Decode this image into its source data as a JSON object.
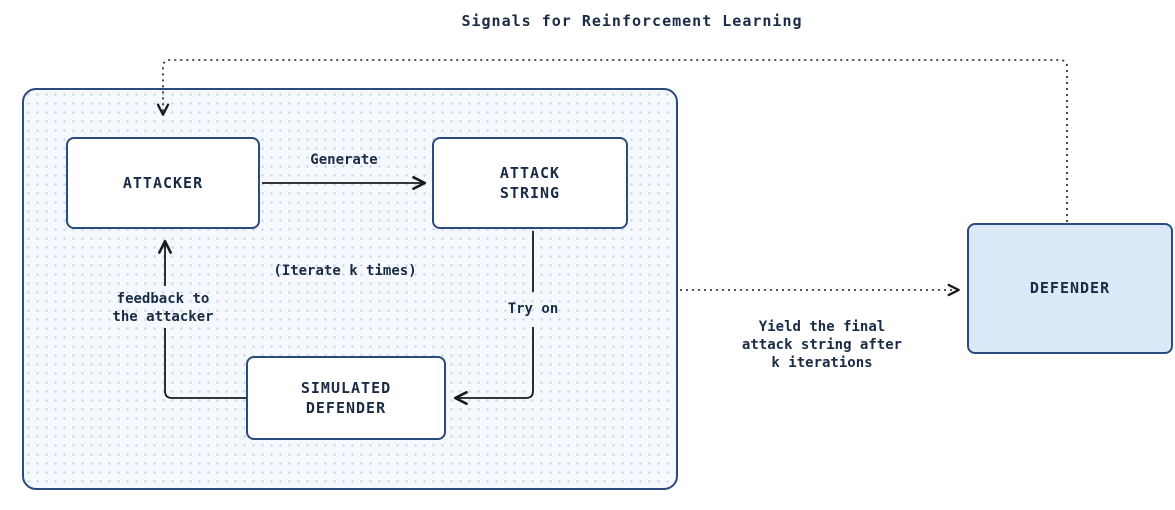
{
  "diagram": {
    "title": "Signals for Reinforcement Learning",
    "nodes": {
      "attacker": {
        "label": "ATTACKER"
      },
      "attack_string": {
        "label": "ATTACK\nSTRING"
      },
      "simulated_defender": {
        "label": "SIMULATED\nDEFENDER"
      },
      "defender": {
        "label": "DEFENDER"
      }
    },
    "edges": {
      "generate": {
        "label": "Generate"
      },
      "iterate": {
        "label": "(Iterate k times)"
      },
      "try_on": {
        "label": "Try on"
      },
      "feedback": {
        "label": "feedback to\nthe attacker"
      },
      "yield_final": {
        "label": "Yield the final\nattack string after\nk iterations"
      }
    },
    "colors": {
      "box_border": "#2b4a7d",
      "text": "#1a2b45",
      "arrow": "#1a1a1a",
      "defender_fill": "#dbe8f7",
      "loop_fill": "#f5f9fd",
      "loop_dots": "#c3d4ea",
      "background": "#ffffff"
    }
  }
}
